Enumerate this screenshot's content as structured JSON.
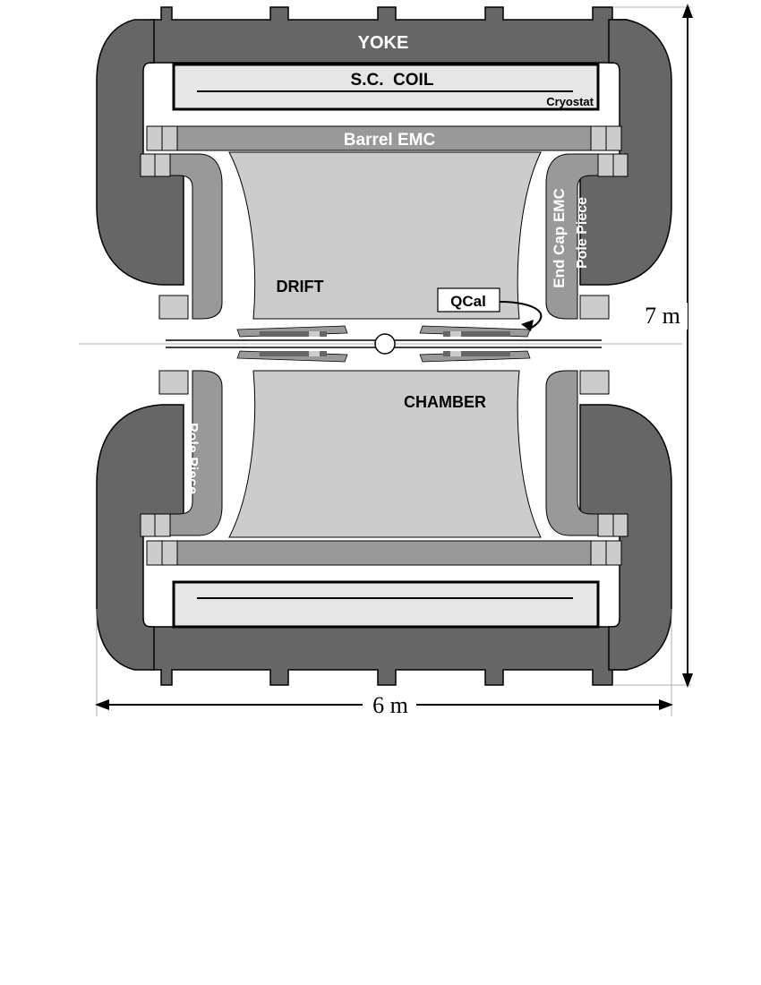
{
  "labels": {
    "yoke": "YOKE",
    "coil": "S.C.  COIL",
    "cryostat": "Cryostat",
    "barrel_emc": "Barrel EMC",
    "end_cap_emc": "End Cap EMC",
    "pole_piece": "Pole Piece",
    "drift": "DRIFT",
    "chamber": "CHAMBER",
    "qcal": "QCal"
  },
  "dimensions": {
    "height": "7 m",
    "width": "6 m"
  },
  "colors": {
    "yoke": "#666666",
    "emc": "#999999",
    "end_blocks": "#cccccc",
    "chamber": "#cccccc",
    "coil_fill": "#e6e6e6",
    "outline": "#000000",
    "label_on_dark": "#ffffff",
    "label_on_light": "#000000"
  }
}
